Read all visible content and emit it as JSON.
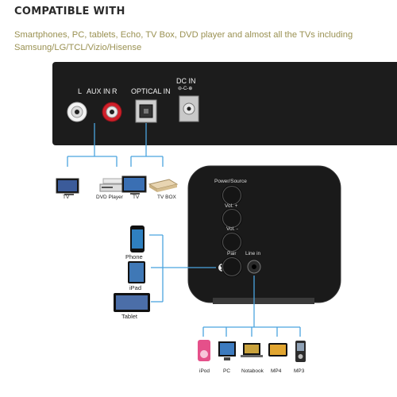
{
  "header": {
    "title": "COMPATIBLE WITH",
    "subtitle": "Smartphones, PC, tablets, Echo, TV Box, DVD player and almost all the TVs including Samsung/LG/TCL/Vizio/Hisense"
  },
  "back_panel": {
    "aux_label_l": "L",
    "aux_label": "AUX IN",
    "aux_label_r": "R",
    "optical_label": "OPTICAL IN",
    "dc_label": "DC IN",
    "dc_symbol": "⊖-C-⊕"
  },
  "top_devices": [
    {
      "label": "TV"
    },
    {
      "label": "DVD Player"
    },
    {
      "label": "TV"
    },
    {
      "label": "TV BOX"
    }
  ],
  "receiver": {
    "buttons": [
      {
        "label": "Power/Source"
      },
      {
        "label": "Vol. +"
      },
      {
        "label": "Vol. -"
      },
      {
        "label": "Pair"
      }
    ],
    "line_in_label": "Line in"
  },
  "bluetooth_sources": [
    {
      "label": "Phone"
    },
    {
      "label": "iPad"
    },
    {
      "label": "Tablet"
    }
  ],
  "line_in_devices": [
    {
      "label": "iPod"
    },
    {
      "label": "PC"
    },
    {
      "label": "Notabook"
    },
    {
      "label": "MP4"
    },
    {
      "label": "MP3"
    }
  ],
  "colors": {
    "connector_line": "#4aa3df",
    "panel": "#1c1c1c",
    "aux_red": "#d0202a",
    "heading": "#2b2b2b",
    "subtitle": "#9a9152"
  }
}
